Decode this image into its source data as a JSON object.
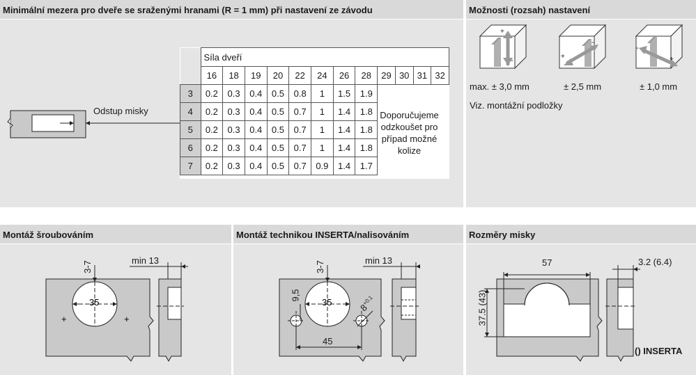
{
  "panels": {
    "gap_title": "Minimální mezera pro dveře se sraženými hranami (R = 1 mm) při nastavení ze závodu",
    "adjust_title": "Možnosti (rozsah) nastavení",
    "screw_title": "Montáž šroubováním",
    "inserta_title": "Montáž technikou INSERTA/nalisováním",
    "cup_title": "Rozměry misky"
  },
  "gap_table": {
    "header_label": "Síla dveří",
    "cup_distance_label": "Odstup misky",
    "thickness": [
      "16",
      "18",
      "19",
      "20",
      "22",
      "24",
      "26",
      "28",
      "29",
      "30",
      "31",
      "32"
    ],
    "rows": [
      {
        "distance": "3",
        "values": [
          "0.2",
          "0.3",
          "0.4",
          "0.5",
          "0.8",
          "1",
          "1.5",
          "1.9"
        ]
      },
      {
        "distance": "4",
        "values": [
          "0.2",
          "0.3",
          "0.4",
          "0.5",
          "0.7",
          "1",
          "1.4",
          "1.8"
        ]
      },
      {
        "distance": "5",
        "values": [
          "0.2",
          "0.3",
          "0.4",
          "0.5",
          "0.7",
          "1",
          "1.4",
          "1.8"
        ]
      },
      {
        "distance": "6",
        "values": [
          "0.2",
          "0.3",
          "0.4",
          "0.5",
          "0.7",
          "1",
          "1.4",
          "1.8"
        ]
      },
      {
        "distance": "7",
        "values": [
          "0.2",
          "0.3",
          "0.4",
          "0.5",
          "0.7",
          "0.9",
          "1.4",
          "1.7"
        ]
      }
    ],
    "note_lines": [
      "Doporučujeme",
      "odzkoušet pro",
      "případ možné",
      "kolize"
    ]
  },
  "adjustment": {
    "ranges": [
      "max. ± 3,0 mm",
      "± 2,5 mm",
      "± 1,0 mm"
    ],
    "note": "Viz. montážní podložky"
  },
  "screw_mounting": {
    "dim_vertical": "3-7",
    "dim_min": "min 13",
    "dim_diameter": "35"
  },
  "inserta_mounting": {
    "dim_vertical": "3-7",
    "dim_min": "min 13",
    "dim_diameter": "35",
    "dim_offset": "9,5",
    "dim_hole": "8",
    "dim_hole_tol": "+0.1",
    "dim_spacing": "45"
  },
  "cup_dimensions": {
    "dim_width": "57",
    "dim_height": "37.5 (43)",
    "dim_depth": "3.2 (6.4)",
    "inserta_label": "() INSERTA"
  },
  "colors": {
    "panel_bg": "#e5e5e5",
    "header_bg": "#d9d9d9",
    "drawing_fill": "#c9c9c9",
    "line": "#222222"
  }
}
